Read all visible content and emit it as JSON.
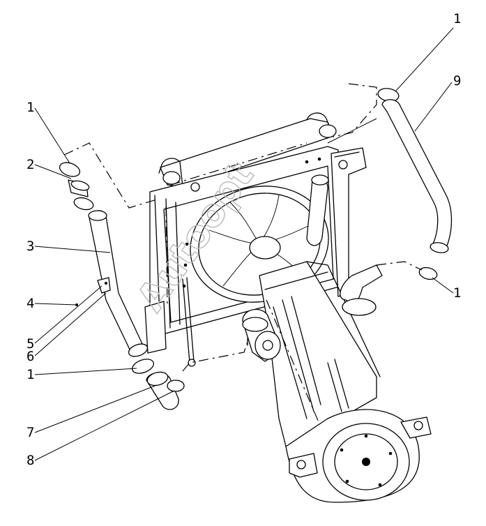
{
  "callouts": [
    {
      "label": "1"
    },
    {
      "label": "9"
    },
    {
      "label": "1"
    },
    {
      "label": "2"
    },
    {
      "label": "3"
    },
    {
      "label": "4"
    },
    {
      "label": "5"
    },
    {
      "label": "6"
    },
    {
      "label": "1"
    },
    {
      "label": "7"
    },
    {
      "label": "8"
    },
    {
      "label": "1"
    }
  ],
  "watermark": "Autoopt",
  "colors": {
    "line": "#000000",
    "background": "#ffffff",
    "watermark": "#b9b9b9"
  }
}
